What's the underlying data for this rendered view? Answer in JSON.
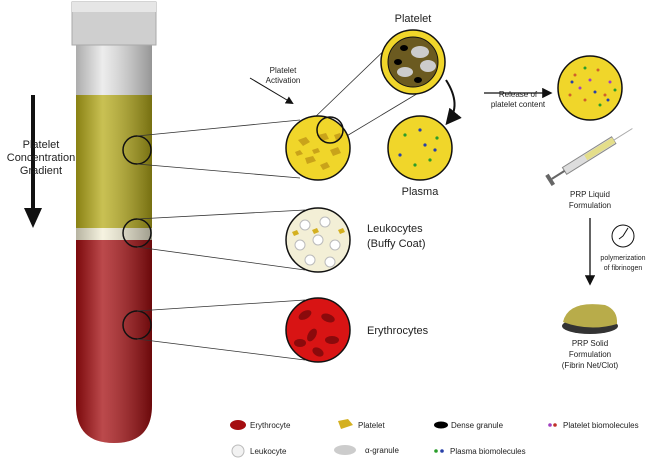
{
  "labels": {
    "gradient": [
      "Platelet",
      "Concentration",
      "Gradient"
    ],
    "activation": [
      "Platelet",
      "Activation"
    ],
    "platelet": "Platelet",
    "plasma": "Plasma",
    "release": [
      "Release of",
      "platelet content"
    ],
    "leukocytes": [
      "Leukocytes",
      "(Buffy Coat)"
    ],
    "erythrocytes": "Erythrocytes",
    "prp_liquid": [
      "PRP Liquid",
      "Formulation"
    ],
    "polymerization": [
      "polymerization",
      "of fibrinogen"
    ],
    "prp_solid": [
      "PRP Solid",
      "Formulation",
      "(Fibrin Net/Clot)"
    ]
  },
  "legend": {
    "erythrocyte": "Erythrocyte",
    "platelet": "Platelet",
    "dense_granule": "Dense granule",
    "platelet_biomolecules": "Platelet biomolecules",
    "leukocyte": "Leukocyte",
    "alpha_granule": "α-granule",
    "plasma_biomolecules": "Plasma biomolecules"
  },
  "colors": {
    "plasma": "#e8d21c",
    "blood": "#a50d10",
    "buffy": "#f3efd6"
  }
}
